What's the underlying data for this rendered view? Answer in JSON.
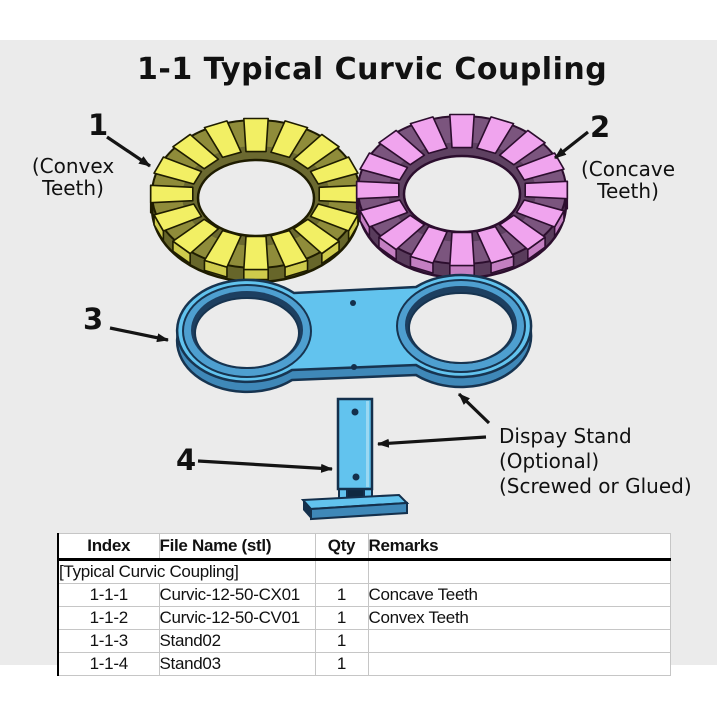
{
  "title": "1-1  Typical Curvic Coupling",
  "labels": {
    "part1": "1",
    "part1_caption": "(Convex Teeth)",
    "part2": "2",
    "part2_caption": "(Concave Teeth)",
    "part3": "3",
    "part4": "4"
  },
  "stand_note": {
    "line1": "Dispay Stand",
    "line2": "(Optional)",
    "line3": "(Screwed or Glued)"
  },
  "table": {
    "headers": [
      "Index",
      "File Name (stl)",
      "Qty",
      "Remarks"
    ],
    "section": "[Typical Curvic Coupling]",
    "rows": [
      {
        "index": "1-1-1",
        "file": "Curvic-12-50-CX01",
        "qty": "1",
        "remarks": "Concave Teeth"
      },
      {
        "index": "1-1-2",
        "file": "Curvic-12-50-CV01",
        "qty": "1",
        "remarks": "Convex Teeth"
      },
      {
        "index": "1-1-3",
        "file": "Stand02",
        "qty": "1",
        "remarks": ""
      },
      {
        "index": "1-1-4",
        "file": "Stand03",
        "qty": "1",
        "remarks": ""
      }
    ]
  },
  "colors": {
    "panel_bg": "#ebebeb",
    "convex_ring_teeth": "#f2ef64",
    "convex_ring_body": "#8f8c3a",
    "concave_ring_teeth": "#f0a4ee",
    "concave_ring_body": "#7b557e",
    "plate_blue": "#62c3ee",
    "plate_shadow": "#3f88b8",
    "outline_dark": "#14304c"
  }
}
